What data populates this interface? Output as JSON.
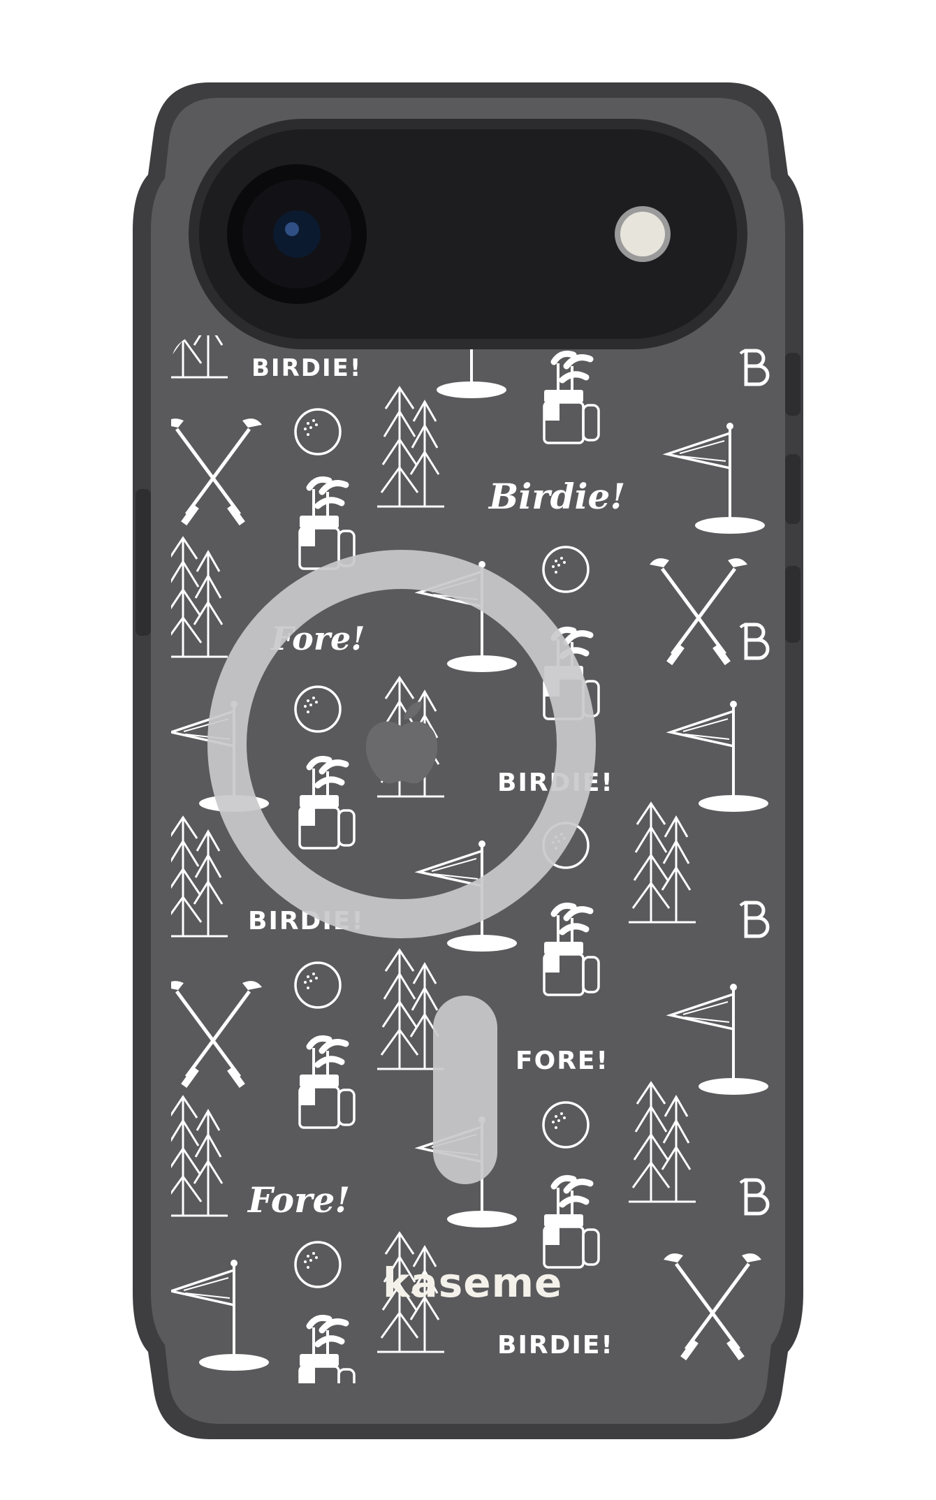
{
  "brand": {
    "logo_text": "kaseme"
  },
  "pattern_text": {
    "birdie_script": "Birdie!",
    "birdie_caps": "BIRDIE!",
    "fore_script": "Fore!",
    "fore_caps": "FORE!",
    "cropped_top": "BIRDIE!"
  },
  "colors": {
    "page_background": "#ffffff",
    "case_body": "#5a5a5c",
    "case_frame": "#3e3e40",
    "camera_island": "#1d1d1f",
    "magsafe_ring": "#c9c9cb",
    "print_color": "#ffffff"
  },
  "icons": [
    "golf-flag-icon",
    "golf-ball-icon",
    "golf-bag-icon",
    "crossed-clubs-icon",
    "pine-trees-icon",
    "b-monogram-icon",
    "camera-lens-icon",
    "flash-icon",
    "apple-logo-icon"
  ]
}
